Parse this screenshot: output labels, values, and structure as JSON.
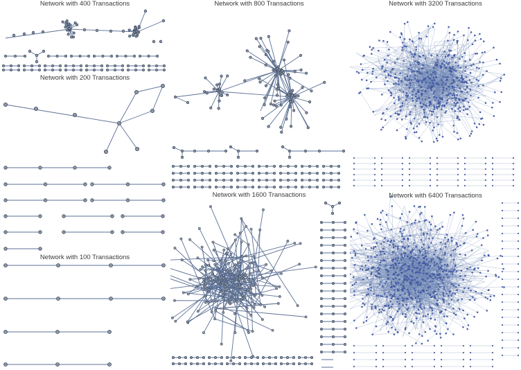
{
  "panels": {
    "n400": {
      "title": "Network with 400 Transactions"
    },
    "n200": {
      "title": "Network with 200 Transactions"
    },
    "n100": {
      "title": "Network with 100 Transactions"
    },
    "n800": {
      "title": "Network with 800 Transactions"
    },
    "n1600": {
      "title": "Network with 1600 Transactions"
    },
    "n3200": {
      "title": "Network with 3200 Transactions"
    },
    "n6400": {
      "title": "Network with 6400 Transactions"
    }
  },
  "colors": {
    "edge": "#5b6f94",
    "node_fill": "#8e97a6",
    "node_stroke": "#3d4a60",
    "dense_blue": "#4e6bc4",
    "title_text": "#3a3a3a"
  }
}
